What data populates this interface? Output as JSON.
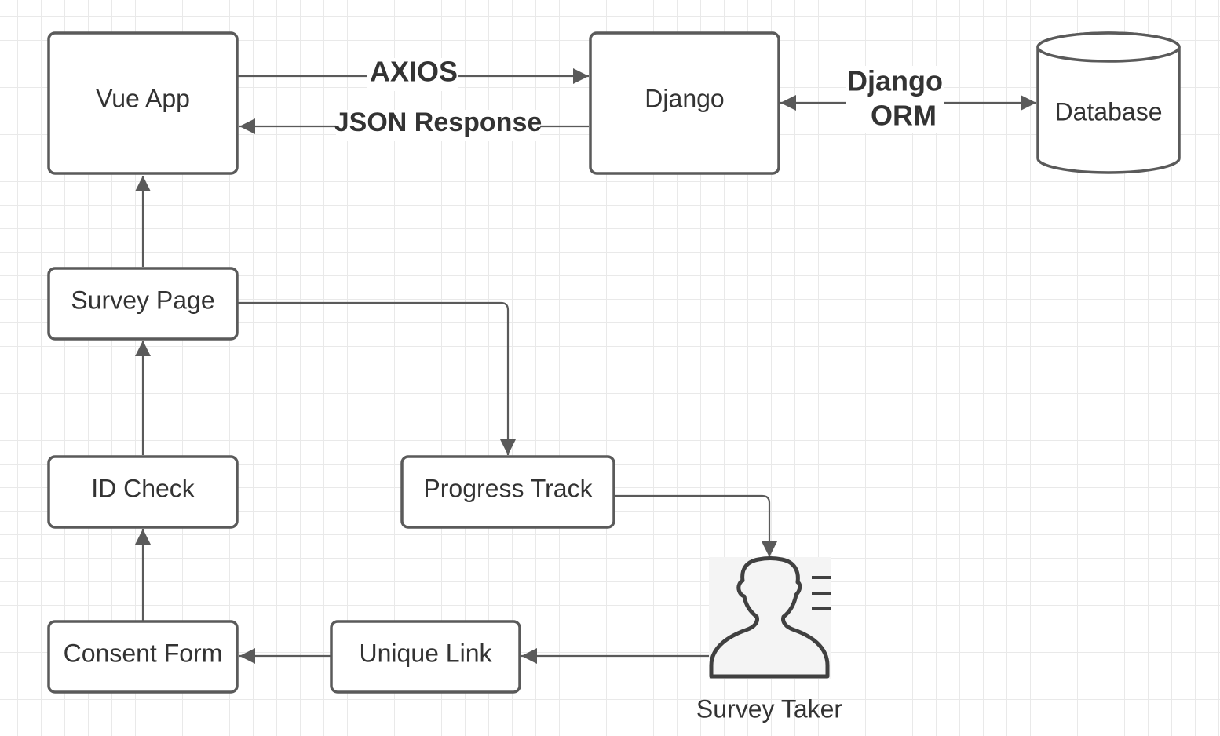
{
  "nodes": {
    "vue_app": "Vue App",
    "django": "Django",
    "database": "Database",
    "survey_page": "Survey Page",
    "id_check": "ID Check",
    "progress_track": "Progress Track",
    "consent_form": "Consent Form",
    "unique_link": "Unique Link",
    "survey_taker": "Survey Taker"
  },
  "edges": {
    "axios": "AXIOS",
    "json_response": "JSON Response",
    "django_orm_line1": "Django",
    "django_orm_line2": "ORM"
  },
  "icons": {
    "survey_taker": "person-icon"
  },
  "colors": {
    "stroke": "#5a5a5a",
    "text": "#333333",
    "grid": "#e9e9e9"
  }
}
